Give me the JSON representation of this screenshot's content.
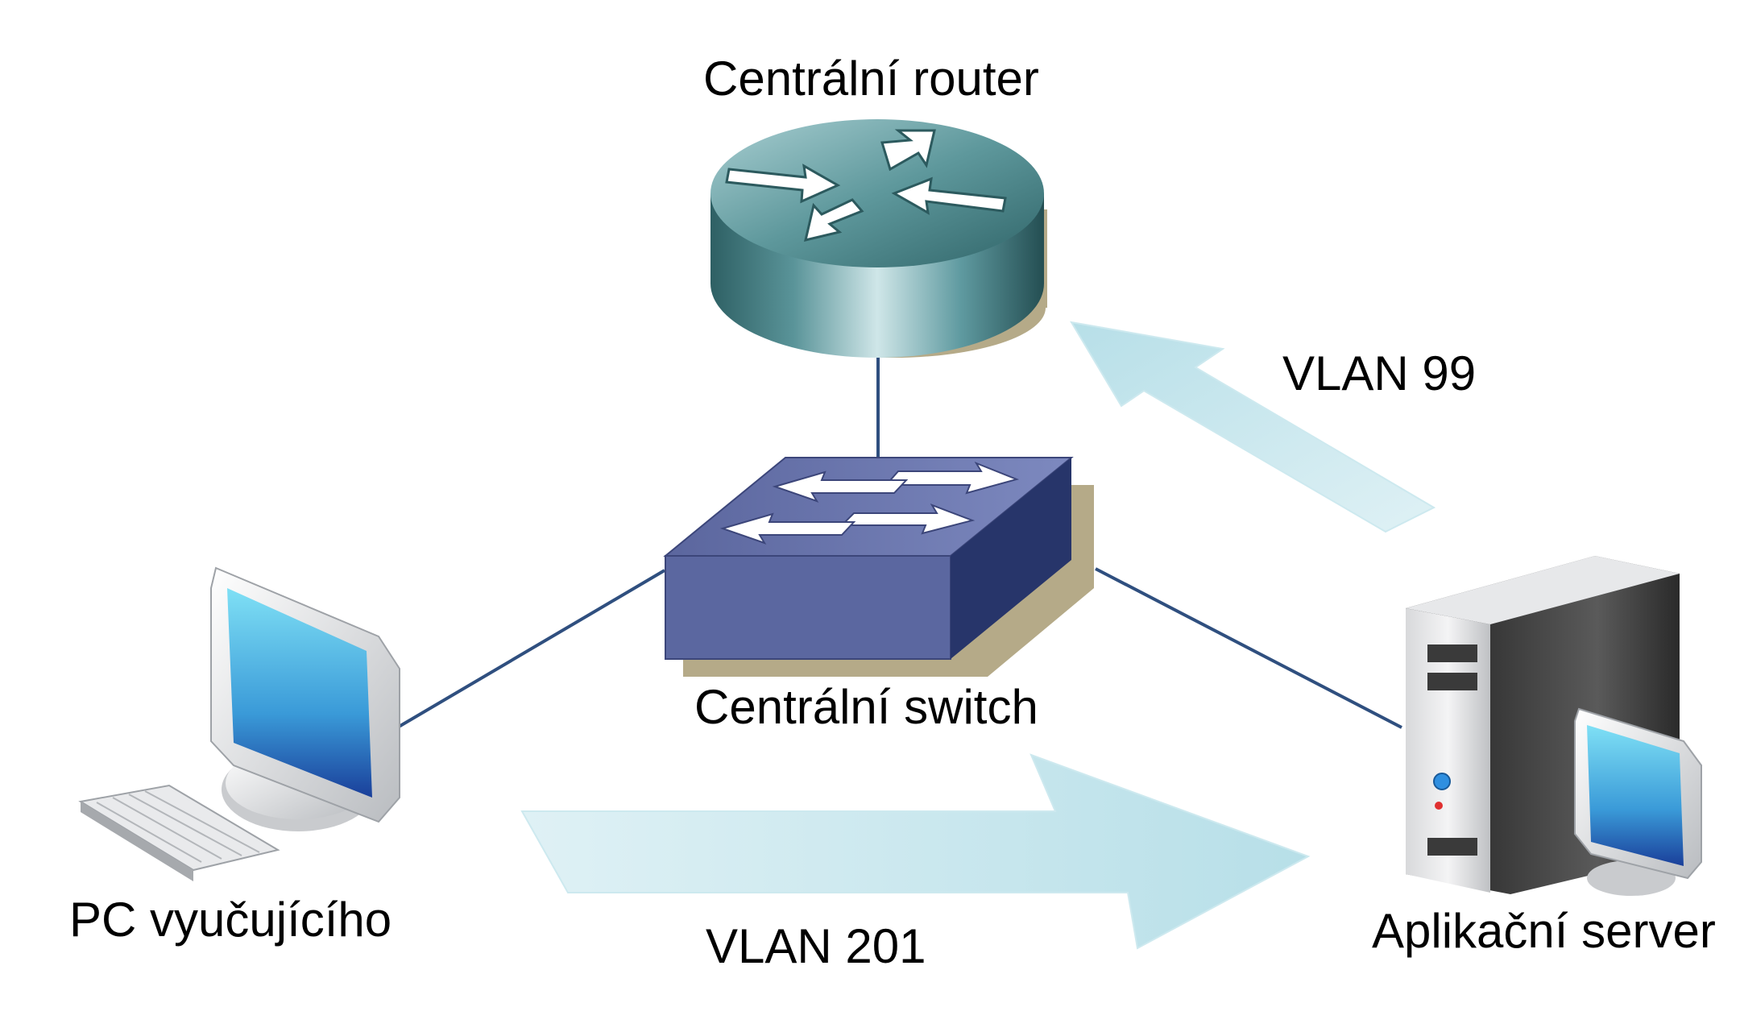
{
  "nodes": {
    "router": {
      "label": "Centrální router"
    },
    "switch": {
      "label": "Centrální switch"
    },
    "pc": {
      "label": "PC vyučujícího"
    },
    "server": {
      "label": "Aplikační server"
    }
  },
  "flows": {
    "vlan99": {
      "label": "VLAN 99"
    },
    "vlan201": {
      "label": "VLAN 201"
    }
  },
  "colors": {
    "link": "#2f4f7f",
    "flow_arrow": "#bfe3ec",
    "router_body": "#4f8a90",
    "switch_body": "#5a66a0"
  }
}
